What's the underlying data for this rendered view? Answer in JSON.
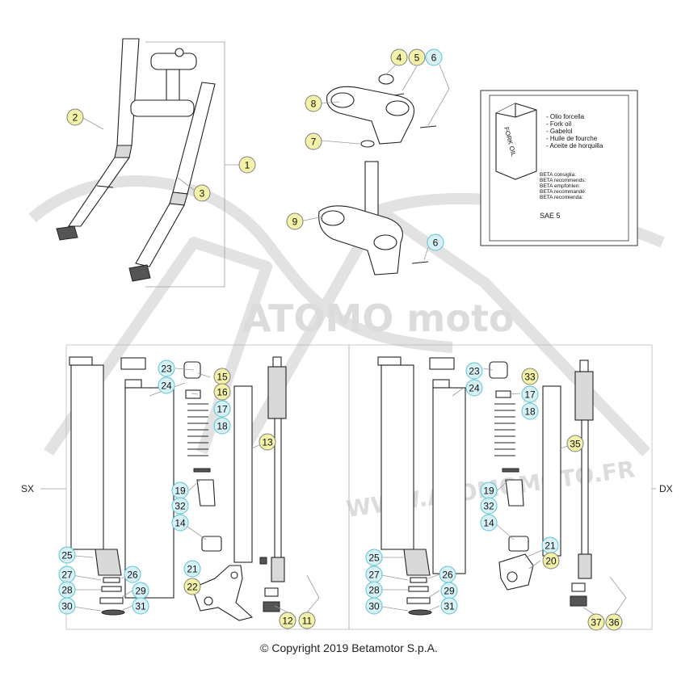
{
  "brand_color": "#57c3d6",
  "callout_colors": {
    "yellow": "#f3f2a8",
    "blue": "#d7f1f5"
  },
  "side_labels": {
    "left": "SX",
    "right": "DX"
  },
  "oil_box": {
    "can_label": "FORK OIL",
    "oil_names": [
      "- Olio forcella",
      "- Fork oil",
      "- Gabelol",
      "- Huile de fourche",
      "- Aceite de horquilla"
    ],
    "recommend_lines": [
      "BETA consiglia:",
      "BETA recommends:",
      "BETA empfohlen:",
      "BETA recommandé:",
      "BETA recomienda:"
    ],
    "grade": "SAE 5"
  },
  "watermark": {
    "site": "WWW.ATOMOMOTO.FR",
    "logo": "ATOMO moto"
  },
  "copyright": "© Copyright 2019 Betamotor S.p.A.",
  "callouts": [
    {
      "n": "1",
      "style": "yellow"
    },
    {
      "n": "2",
      "style": "yellow"
    },
    {
      "n": "3",
      "style": "yellow"
    },
    {
      "n": "4",
      "style": "yellow"
    },
    {
      "n": "5",
      "style": "yellow"
    },
    {
      "n": "6",
      "style": "blue"
    },
    {
      "n": "7",
      "style": "yellow"
    },
    {
      "n": "8",
      "style": "yellow"
    },
    {
      "n": "9",
      "style": "yellow"
    },
    {
      "n": "6",
      "style": "blue"
    },
    {
      "n": "23",
      "style": "blue"
    },
    {
      "n": "15",
      "style": "yellow"
    },
    {
      "n": "24",
      "style": "blue"
    },
    {
      "n": "16",
      "style": "yellow"
    },
    {
      "n": "17",
      "style": "blue"
    },
    {
      "n": "18",
      "style": "blue"
    },
    {
      "n": "13",
      "style": "yellow"
    },
    {
      "n": "19",
      "style": "blue"
    },
    {
      "n": "32",
      "style": "blue"
    },
    {
      "n": "14",
      "style": "blue"
    },
    {
      "n": "25",
      "style": "blue"
    },
    {
      "n": "21",
      "style": "blue"
    },
    {
      "n": "22",
      "style": "yellow"
    },
    {
      "n": "27",
      "style": "blue"
    },
    {
      "n": "26",
      "style": "blue"
    },
    {
      "n": "28",
      "style": "blue"
    },
    {
      "n": "29",
      "style": "blue"
    },
    {
      "n": "30",
      "style": "blue"
    },
    {
      "n": "31",
      "style": "blue"
    },
    {
      "n": "12",
      "style": "yellow"
    },
    {
      "n": "11",
      "style": "yellow"
    },
    {
      "n": "23",
      "style": "blue"
    },
    {
      "n": "33",
      "style": "yellow"
    },
    {
      "n": "24",
      "style": "blue"
    },
    {
      "n": "17",
      "style": "blue"
    },
    {
      "n": "18",
      "style": "blue"
    },
    {
      "n": "35",
      "style": "yellow"
    },
    {
      "n": "19",
      "style": "blue"
    },
    {
      "n": "32",
      "style": "blue"
    },
    {
      "n": "14",
      "style": "blue"
    },
    {
      "n": "21",
      "style": "blue"
    },
    {
      "n": "25",
      "style": "blue"
    },
    {
      "n": "20",
      "style": "yellow"
    },
    {
      "n": "27",
      "style": "blue"
    },
    {
      "n": "26",
      "style": "blue"
    },
    {
      "n": "28",
      "style": "blue"
    },
    {
      "n": "29",
      "style": "blue"
    },
    {
      "n": "30",
      "style": "blue"
    },
    {
      "n": "31",
      "style": "blue"
    },
    {
      "n": "37",
      "style": "yellow"
    },
    {
      "n": "36",
      "style": "yellow"
    }
  ]
}
